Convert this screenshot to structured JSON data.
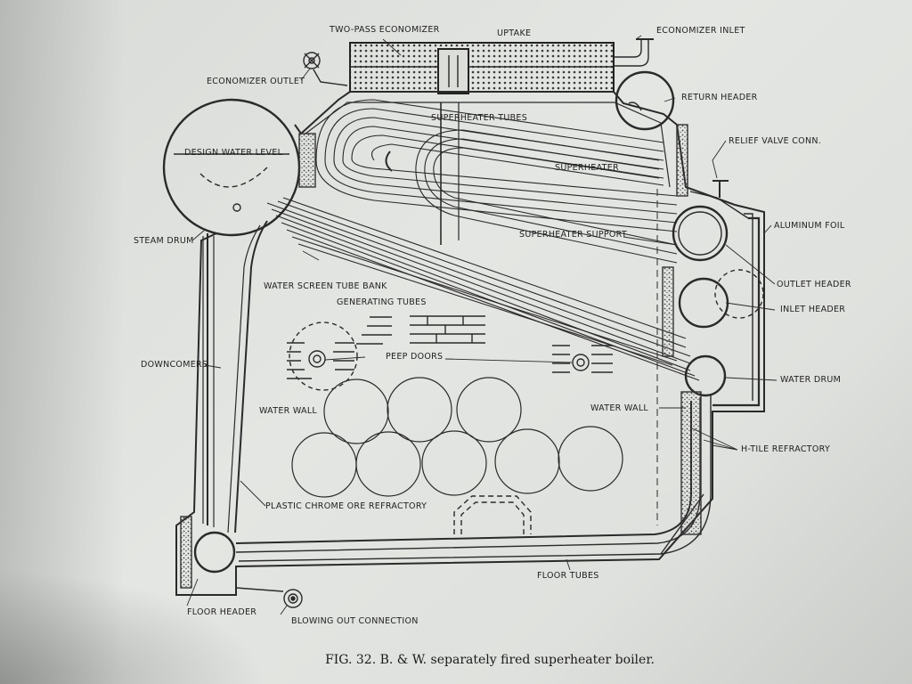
{
  "figure": {
    "caption": "FIG. 32. B. & W. separately fired superheater boiler.",
    "labels": {
      "two_pass_economizer": "TWO-PASS ECONOMIZER",
      "uptake": "UPTAKE",
      "economizer_inlet": "ECONOMIZER INLET",
      "economizer_outlet": "ECONOMIZER OUTLET",
      "return_header": "RETURN HEADER",
      "superheater_tubes": "SUPERHEATER TUBES",
      "relief_valve_conn": "RELIEF VALVE CONN.",
      "design_water_level": "DESIGN WATER LEVEL",
      "superheater": "SUPERHEATER",
      "aluminum_foil": "ALUMINUM FOIL",
      "steam_drum": "STEAM DRUM",
      "superheater_support": "SUPERHEATER SUPPORT",
      "outlet_header": "OUTLET HEADER",
      "water_screen_tube_bank": "WATER SCREEN TUBE BANK",
      "inlet_header": "INLET HEADER",
      "generating_tubes": "GENERATING TUBES",
      "downcomers": "DOWNCOMERS",
      "peep_doors": "PEEP DOORS",
      "water_drum": "WATER DRUM",
      "water_wall_left": "WATER WALL",
      "water_wall_right": "WATER WALL",
      "h_tile_refractory": "H-TILE REFRACTORY",
      "plastic_chrome_ore_refractory": "PLASTIC CHROME ORE REFRACTORY",
      "floor_tubes": "FLOOR TUBES",
      "floor_header": "FLOOR HEADER",
      "blowing_out_connection": "BLOWING OUT CONNECTION"
    }
  }
}
